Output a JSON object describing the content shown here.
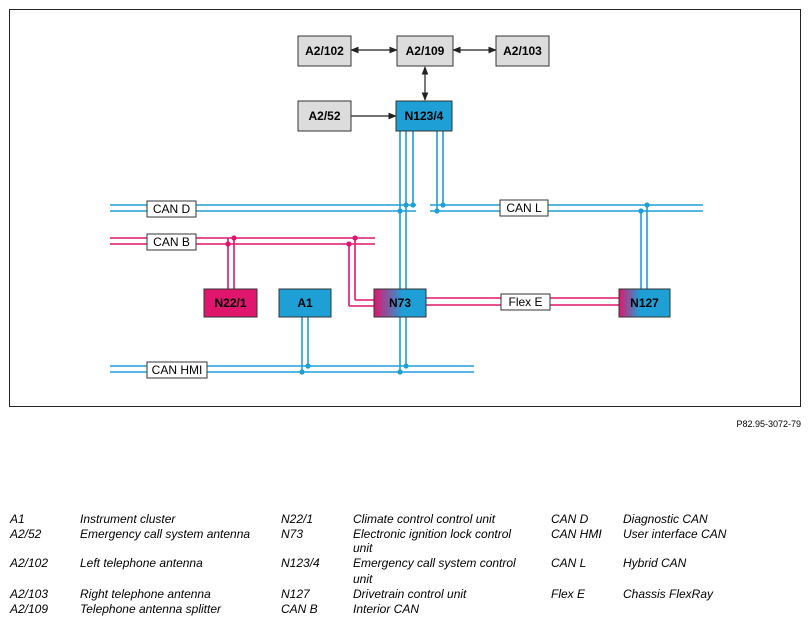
{
  "diagram": {
    "boxes": {
      "a2_102": "A2/102",
      "a2_109": "A2/109",
      "a2_103": "A2/103",
      "a2_52": "A2/52",
      "n123_4": "N123/4",
      "n22_1": "N22/1",
      "a1": "A1",
      "n73": "N73",
      "n127": "N127"
    },
    "bus_labels": {
      "can_d": "CAN D",
      "can_b": "CAN B",
      "can_l": "CAN L",
      "flex_e": "Flex E",
      "can_hmi": "CAN HMI"
    },
    "colors": {
      "can_blue": "#1e9fd6",
      "can_b_magenta": "#e0166e",
      "box_gray": "#dcdcdc"
    }
  },
  "figure_ref": "P82.95-3072-79",
  "legend": [
    {
      "code": "A1",
      "desc": "Instrument cluster"
    },
    {
      "code": "A2/52",
      "desc": "Emergency call system antenna"
    },
    {
      "code": "A2/102",
      "desc": "Left telephone antenna"
    },
    {
      "code": "A2/103",
      "desc": "Right telephone antenna"
    },
    {
      "code": "A2/109",
      "desc": "Telephone antenna splitter"
    },
    {
      "code": "N22/1",
      "desc": "Climate control control unit"
    },
    {
      "code": "N73",
      "desc_line1": "Electronic ignition lock control",
      "desc_line2": "unit"
    },
    {
      "code": "N123/4",
      "desc_line1": "Emergency call system control",
      "desc_line2": "unit"
    },
    {
      "code": "N127",
      "desc": "Drivetrain control unit"
    },
    {
      "code": "CAN B",
      "desc": "Interior CAN"
    },
    {
      "code": "CAN D",
      "desc": "Diagnostic CAN"
    },
    {
      "code": "CAN HMI",
      "desc": "User interface CAN"
    },
    {
      "code": "CAN L",
      "desc": "Hybrid CAN"
    },
    {
      "code": "Flex E",
      "desc": "Chassis FlexRay"
    }
  ]
}
